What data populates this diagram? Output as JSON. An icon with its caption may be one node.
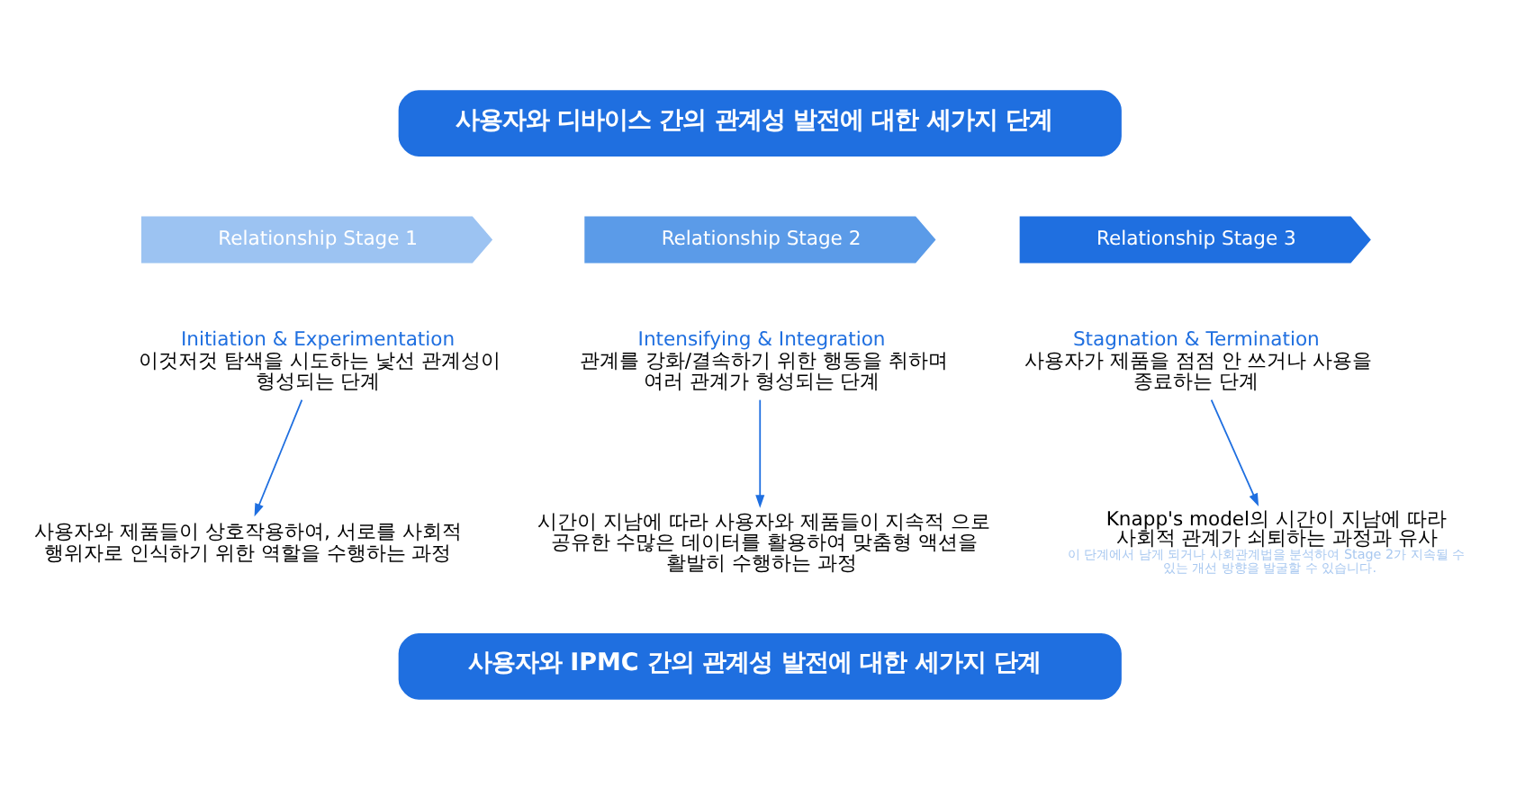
{
  "diagram": {
    "nodes": [
      {
        "text": [
          "사용자와 디바이스 간의 관계성 발전에 대한 세가지 단계"
        ]
      },
      {
        "text": [
          "Relationship Stage 1"
        ]
      },
      {
        "text": [
          "Relationship Stage 2"
        ]
      },
      {
        "text": [
          "Relationship Stage 3"
        ]
      },
      {
        "text": [
          "Initiation & Experimentation",
          "이것저것 탐색을 시도하는 낯선 관계성이 형성되는 단계"
        ]
      },
      {
        "text": [
          "Intensifying & Integration",
          "관계를 강화/결속하기 위한 행동을 취하며 여러 관계가 형성되는 단계"
        ]
      },
      {
        "text": [
          "Stagnation & Termination",
          "사용자가 제품을 점점 안 쓰거나 사용을 종료하는 단계"
        ]
      },
      {
        "text": [
          "사용자와 제품들이 상호작용하여, 서로를 사회적 행위자로 인식하기 위한 역할을 수행하는 과정"
        ]
      },
      {
        "text": [
          "시간이 지남에 따라 사용자와 제품들이 지속적 으로 공유한 수많은 데이터를 활용하여 맞춤형 액션을 활발히 수행하는 과정"
        ]
      },
      {
        "text": [
          "Knapp's model의 시간이 지남에 따라 사회적 관계가 쇠퇴하는 과정과 유사",
          "이 단계에서 남게 되거나 사회관계법을 분석하여 Stage 2가 지속될 수 있는 개선 방향을 발굴할 수 있습니다."
        ]
      },
      {
        "text": [
          "사용자와 IPMC 간의 관계성 발전에 대한 세가지 단계"
        ]
      }
    ],
    "edges": [
      {
        "from": 4,
        "to": 7,
        "arrow": "to"
      },
      {
        "from": 5,
        "to": 8,
        "arrow": "to"
      },
      {
        "from": 6,
        "to": 9,
        "arrow": "to"
      }
    ]
  }
}
